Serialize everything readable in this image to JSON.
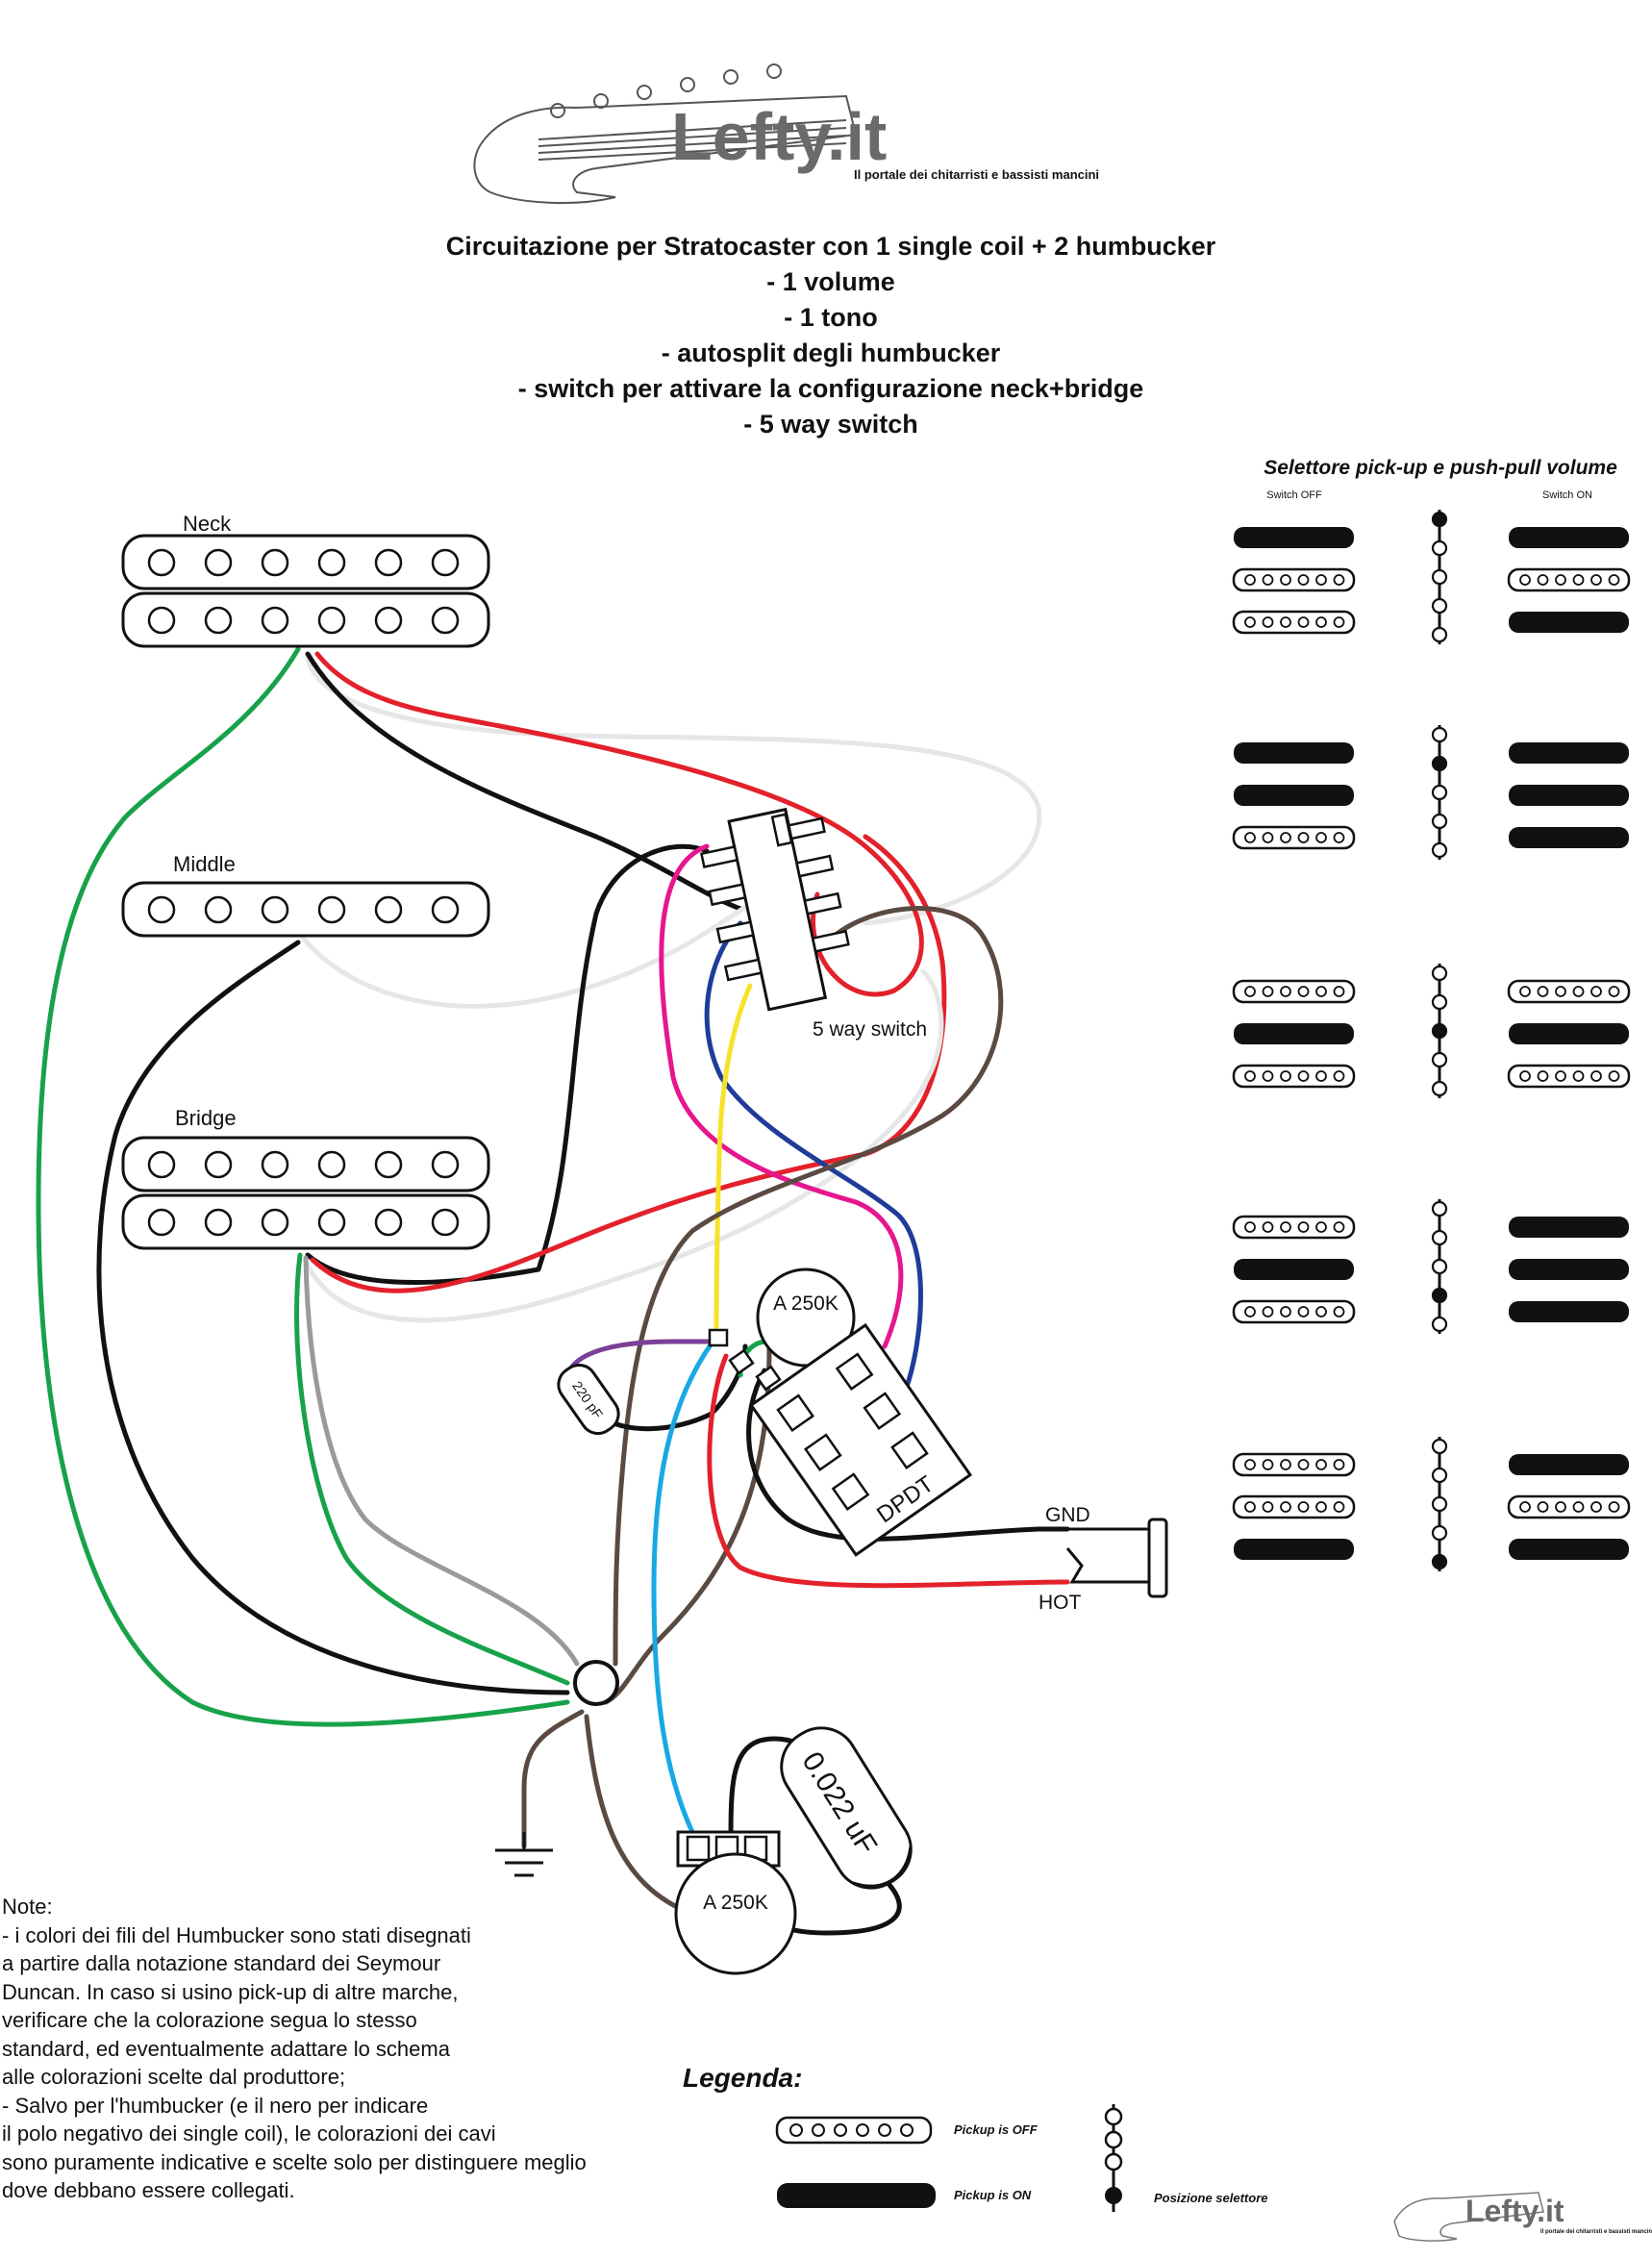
{
  "logo": {
    "brand": "Lefty.it",
    "tagline": "Il portale dei chitarristi e bassisti mancini"
  },
  "title": {
    "lines": [
      "Circuitazione per Stratocaster con 1 single coil + 2 humbucker",
      "- 1 volume",
      "- 1 tono",
      "- autosplit degli humbucker",
      "- switch per attivare la configurazione neck+bridge",
      "- 5 way switch"
    ]
  },
  "pickups": {
    "neck": "Neck",
    "middle": "Middle",
    "bridge": "Bridge"
  },
  "components": {
    "switch5": "5 way switch",
    "pot_volume": "A 250K",
    "pot_tone": "A 250K",
    "dpdt": "DPDT",
    "cap_small": "220 pF",
    "cap_tone": "0.022 uF",
    "jack_gnd": "GND",
    "jack_hot": "HOT"
  },
  "selector_panel": {
    "title": "Selettore pick-up e push-pull volume",
    "col_off": "Switch OFF",
    "col_on": "Switch ON",
    "rows": [
      {
        "position": 1,
        "off": [
          "on",
          "off",
          "off"
        ],
        "on": [
          "on",
          "off",
          "on"
        ]
      },
      {
        "position": 2,
        "off": [
          "on",
          "on",
          "off"
        ],
        "on": [
          "on",
          "on",
          "on"
        ]
      },
      {
        "position": 3,
        "off": [
          "off",
          "on",
          "off"
        ],
        "on": [
          "off",
          "on",
          "off"
        ]
      },
      {
        "position": 4,
        "off": [
          "off",
          "on",
          "off"
        ],
        "on": [
          "on",
          "on",
          "on"
        ]
      },
      {
        "position": 5,
        "off": [
          "off",
          "off",
          "on"
        ],
        "on": [
          "on",
          "off",
          "on"
        ]
      }
    ]
  },
  "notes": {
    "lines": [
      "Note:",
      "- i colori dei fili del Humbucker sono stati disegnati",
      "a partire dalla notazione standard dei Seymour",
      "Duncan. In caso si usino pick-up di altre marche,",
      "verificare che la colorazione segua lo stesso",
      "standard, ed eventualmente adattare lo schema",
      "alle colorazioni scelte dal produttore;",
      "- Salvo per l'humbucker (e il nero per indicare",
      "il polo negativo dei single coil), le colorazioni dei cavi",
      "sono puramente indicative e scelte solo per distinguere meglio",
      "dove debbano essere collegati."
    ]
  },
  "legend": {
    "title": "Legenda:",
    "off_label": "Pickup is OFF",
    "on_label": "Pickup is ON",
    "selector_label": "Posizione selettore"
  },
  "colors": {
    "black": "#111111",
    "red": "#e3212b",
    "green": "#17a24a",
    "white_wire": "#e6e6e6",
    "gray": "#9a9a9a",
    "blue": "#1f3c99",
    "light_blue": "#18a9e4",
    "yellow": "#f7e22a",
    "pink": "#e6168f",
    "purple": "#7b3f98",
    "brown": "#5b4a42"
  }
}
